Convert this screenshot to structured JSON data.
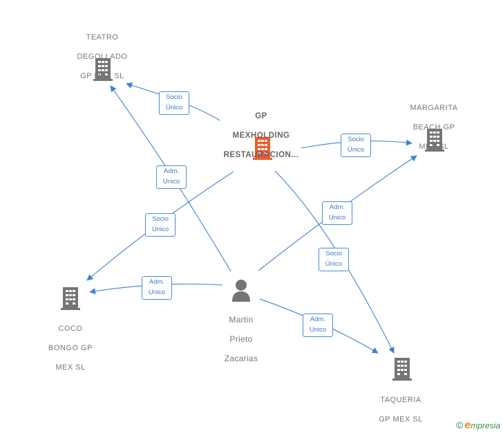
{
  "colors": {
    "edge": "#3f82cf",
    "company_icon": "#757575",
    "center_icon": "#f05a28",
    "person_icon": "#757575"
  },
  "nodes": {
    "center": {
      "lines": [
        "GP",
        "MEXHOLDING",
        "RESTAURACION..."
      ],
      "icon": "building-icon"
    },
    "teatro": {
      "lines": [
        "TEATRO",
        "DEGOLLADO",
        "GP MEX  SL"
      ],
      "icon": "building-icon"
    },
    "margarita": {
      "lines": [
        "MARGARITA",
        "BEACH GP",
        "MEX  SL"
      ],
      "icon": "building-icon"
    },
    "coco": {
      "lines": [
        "COCO",
        "BONGO GP",
        "MEX  SL"
      ],
      "icon": "building-icon"
    },
    "taqueria": {
      "lines": [
        "TAQUERIA",
        "GP MEX  SL"
      ],
      "icon": "building-icon"
    },
    "person": {
      "lines": [
        "Martin",
        "Prieto",
        "Zacarias"
      ],
      "icon": "person-icon"
    }
  },
  "edges": [
    {
      "lines": [
        "Socio",
        "Único"
      ]
    },
    {
      "lines": [
        "Adm.",
        "Unico"
      ]
    },
    {
      "lines": [
        "Socio",
        "Único"
      ]
    },
    {
      "lines": [
        "Socio",
        "Único"
      ]
    },
    {
      "lines": [
        "Adm.",
        "Unico"
      ]
    },
    {
      "lines": [
        "Adm.",
        "Unico"
      ]
    },
    {
      "lines": [
        "Socio",
        "Único"
      ]
    },
    {
      "lines": [
        "Adm.",
        "Unico"
      ]
    }
  ],
  "brand": {
    "copyright": "©",
    "initial": "e",
    "rest": "mpresia"
  }
}
